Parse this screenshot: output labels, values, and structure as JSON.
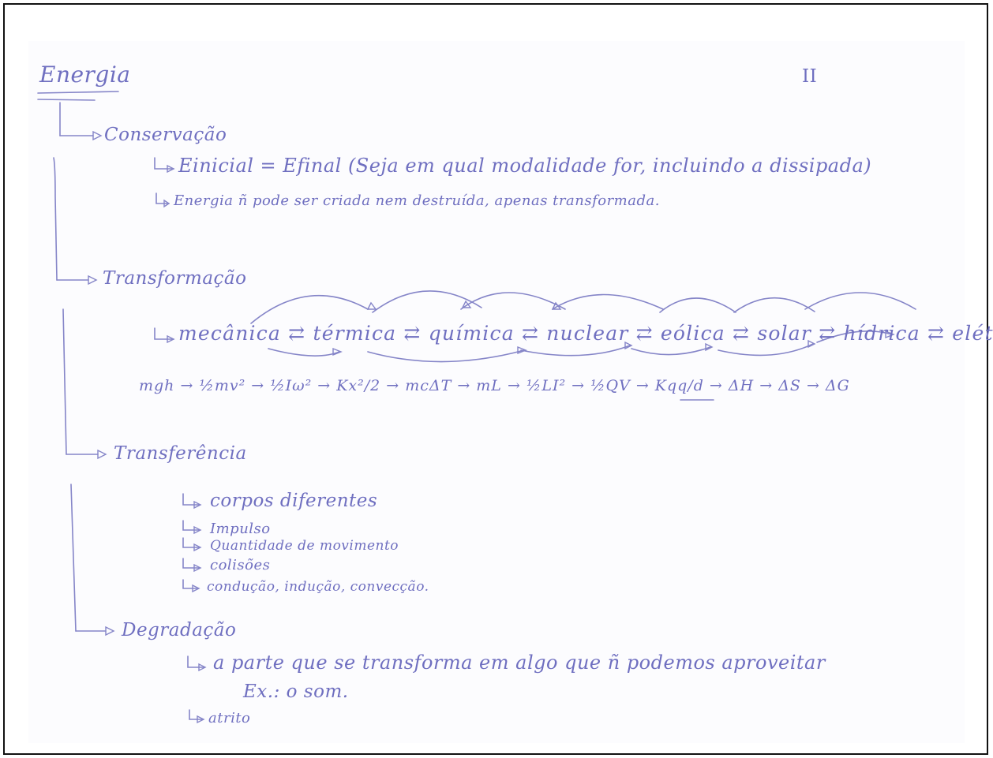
{
  "title": "Energia",
  "page_number": "II",
  "sections": {
    "conservacao": {
      "heading": "Conservação",
      "items": [
        "Einicial = Efinal (Seja em qual modalidade for, incluindo a dissipada)",
        "Energia ñ pode ser criada nem destruída, apenas transformada."
      ]
    },
    "transformacao": {
      "heading": "Transformação",
      "chain": "mecânica ⇄ térmica ⇄ química ⇄ nuclear ⇄ eólica ⇄ solar ⇄ hídrica ⇄ elétrica",
      "formulas": "mgh → ½mv² → ½Iω² → Kx²/2 → mcΔT → mL → ½LI² → ½QV → Kqq/d → ΔH → ΔS → ΔG"
    },
    "transferencia": {
      "heading": "Transferência",
      "items": [
        "corpos diferentes",
        "Impulso",
        "Quantidade de movimento",
        "colisões",
        "condução, indução, convecção."
      ]
    },
    "degradacao": {
      "heading": "Degradação",
      "items": [
        "a parte que se transforma em algo que ñ podemos aproveitar",
        "Ex.: o som.",
        "atrito"
      ]
    }
  }
}
